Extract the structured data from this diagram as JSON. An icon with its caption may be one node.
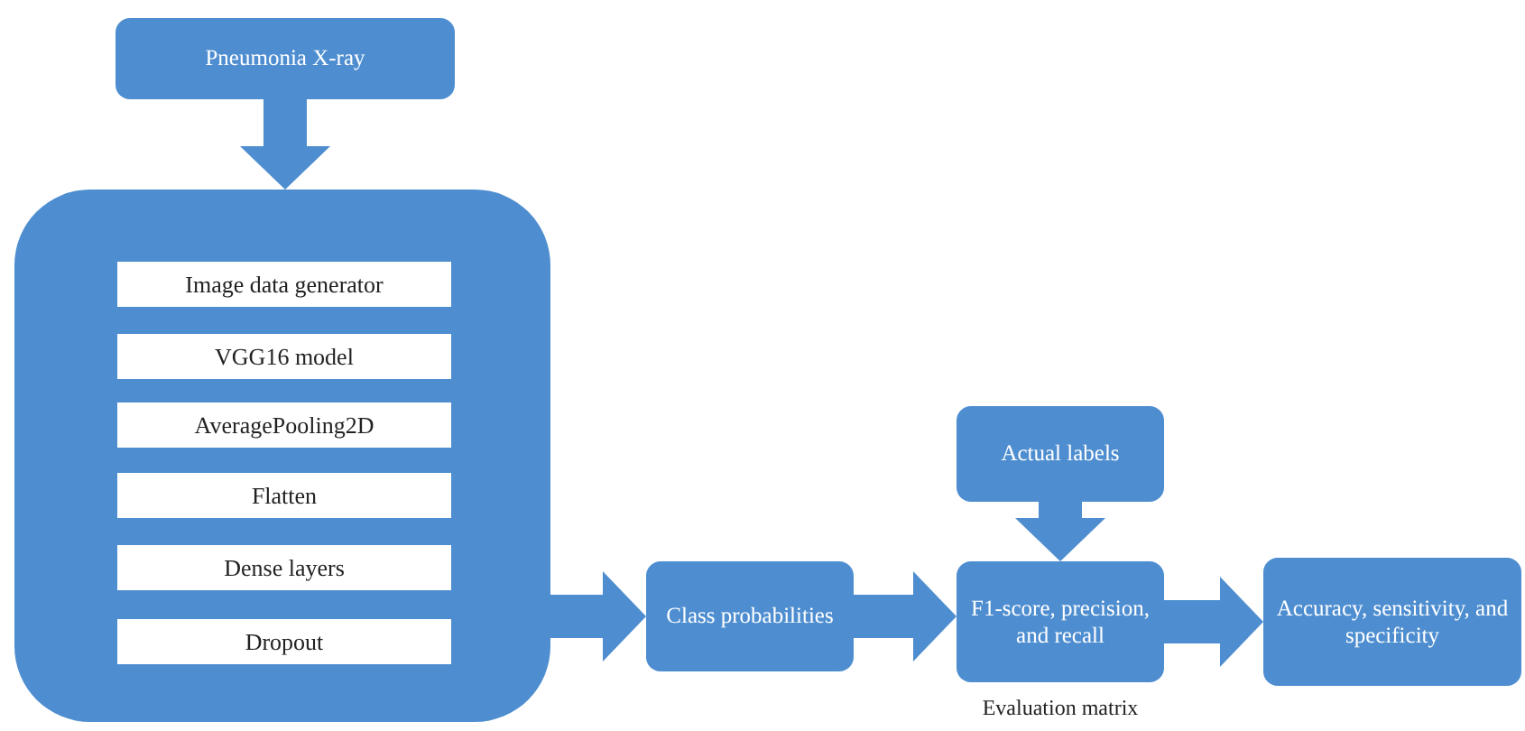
{
  "diagram": {
    "nodes": [
      {
        "text": [
          "Pneumonia X-ray"
        ]
      },
      {
        "text": [],
        "shape": "box"
      },
      {
        "text": [
          "Image data generator"
        ],
        "in": 1
      },
      {
        "text": [
          "VGG16 model"
        ],
        "in": 1
      },
      {
        "text": [
          "AveragePooling2D"
        ],
        "in": 1
      },
      {
        "text": [
          "Flatten"
        ],
        "in": 1
      },
      {
        "text": [
          "Dense layers"
        ],
        "in": 1
      },
      {
        "text": [
          "Dropout"
        ],
        "in": 1
      },
      {
        "text": [
          "Class probabilities"
        ]
      },
      {
        "text": [
          "Actual labels"
        ]
      },
      {
        "text": [
          "F1-score, precision, and recall"
        ],
        "beside": [
          "Evaluation matrix"
        ]
      },
      {
        "text": [
          "Accuracy, sensitivity, and specificity"
        ]
      }
    ],
    "edges": [
      {
        "from": 0,
        "to": 1,
        "arrow": "to"
      },
      {
        "from": 1,
        "to": 8,
        "arrow": "to"
      },
      {
        "from": 8,
        "to": 10,
        "arrow": "to"
      },
      {
        "from": 9,
        "to": 10,
        "arrow": "to"
      },
      {
        "from": 10,
        "to": 11,
        "arrow": "to"
      }
    ]
  }
}
